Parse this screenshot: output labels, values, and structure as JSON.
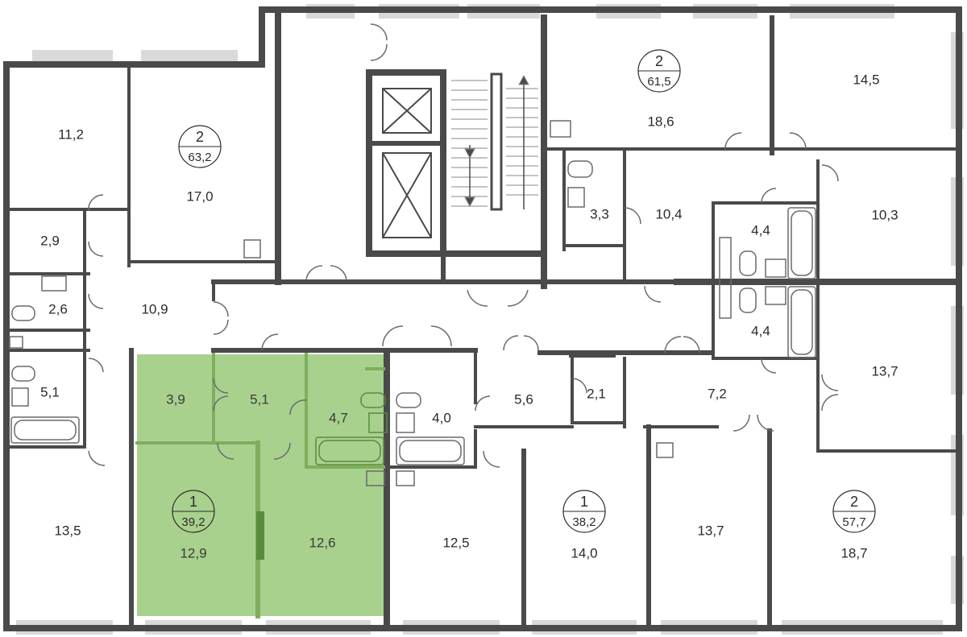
{
  "colors": {
    "wall": "#4a4a4a",
    "window": "#c8c8c8",
    "highlight_fill": "#a9d18e",
    "highlight_wall": "#7fae5e",
    "fixture": "#8a8a8a"
  },
  "apartments": [
    {
      "id": "apt-left-top",
      "rooms": "2",
      "area": "63,2",
      "highlighted": false
    },
    {
      "id": "apt-top-right",
      "rooms": "2",
      "area": "61,5",
      "highlighted": false
    },
    {
      "id": "apt-selected",
      "rooms": "1",
      "area": "39,2",
      "highlighted": true
    },
    {
      "id": "apt-bottom-mid",
      "rooms": "1",
      "area": "38,2",
      "highlighted": false
    },
    {
      "id": "apt-bottom-right",
      "rooms": "2",
      "area": "57,7",
      "highlighted": false
    }
  ],
  "rooms": [
    {
      "area": "11,2"
    },
    {
      "area": "17,0"
    },
    {
      "area": "2,9"
    },
    {
      "area": "2,6"
    },
    {
      "area": "10,9"
    },
    {
      "area": "5,1"
    },
    {
      "area": "13,5"
    },
    {
      "area": "3,9"
    },
    {
      "area": "5,1"
    },
    {
      "area": "4,7"
    },
    {
      "area": "12,9"
    },
    {
      "area": "12,6"
    },
    {
      "area": "4,0"
    },
    {
      "area": "5,6"
    },
    {
      "area": "12,5"
    },
    {
      "area": "2,1"
    },
    {
      "area": "14,0"
    },
    {
      "area": "3,3"
    },
    {
      "area": "10,4"
    },
    {
      "area": "18,6"
    },
    {
      "area": "14,5"
    },
    {
      "area": "4,4"
    },
    {
      "area": "4,4"
    },
    {
      "area": "10,3"
    },
    {
      "area": "13,7"
    },
    {
      "area": "7,2"
    },
    {
      "area": "13,7"
    },
    {
      "area": "18,7"
    }
  ]
}
